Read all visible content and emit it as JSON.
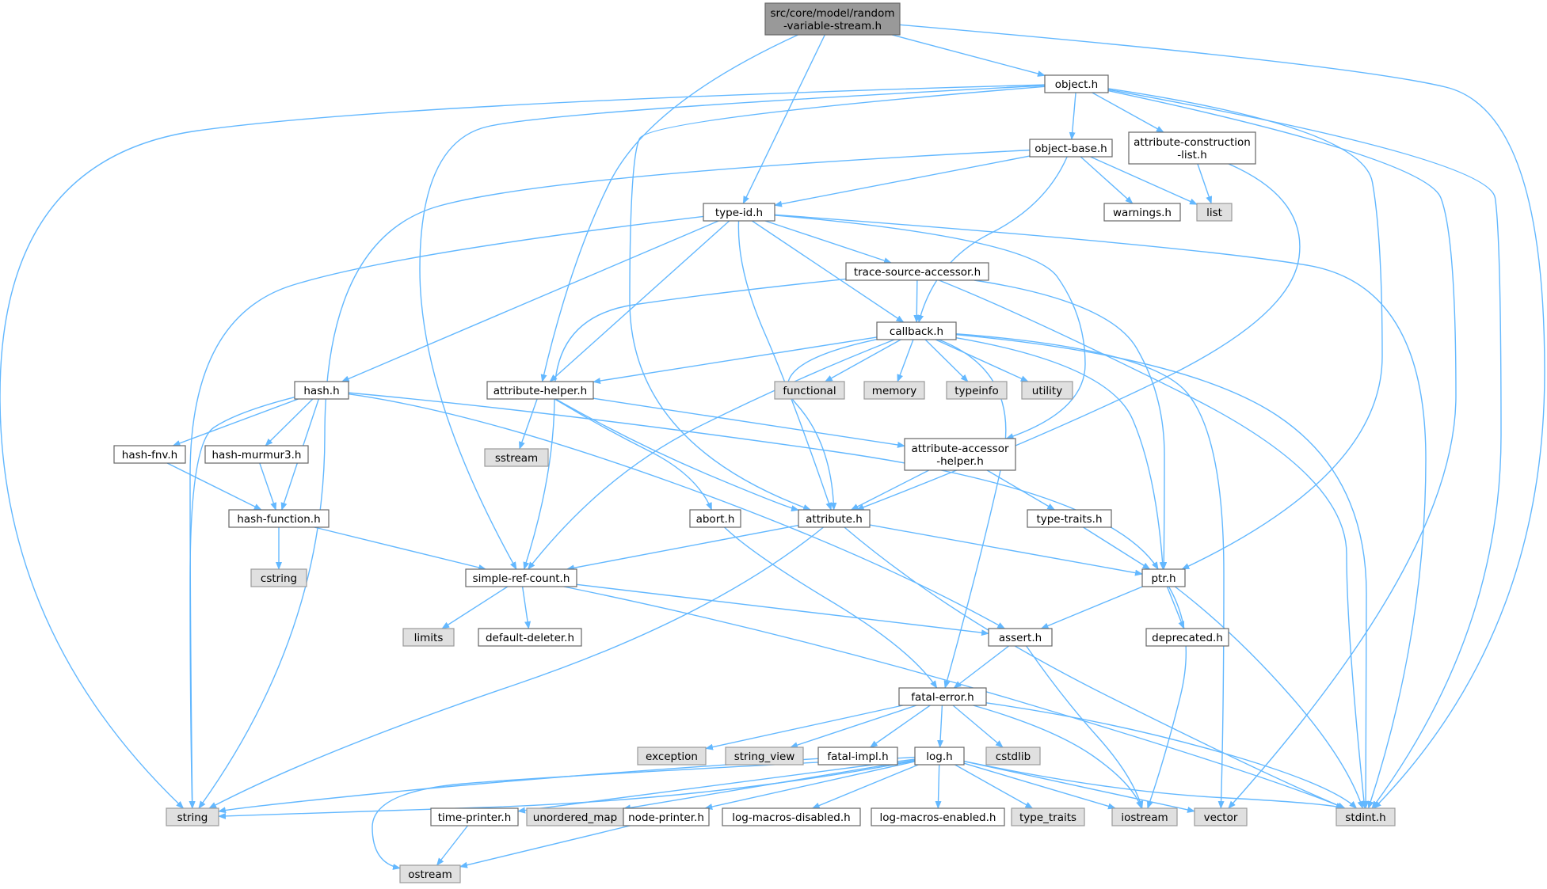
{
  "colors": {
    "edge": "#63b8ff",
    "root_fill": "#999999",
    "header_fill": "#ffffff",
    "system_fill": "#e0e0e0",
    "header_border": "#666666",
    "system_border": "#999999",
    "text": "#000000"
  },
  "root": {
    "line1": "src/core/model/random",
    "line2": "-variable-stream.h"
  },
  "nodes": {
    "object": "object.h",
    "object_base": "object-base.h",
    "attr_construction_l1": "attribute-construction",
    "attr_construction_l2": "-list.h",
    "list": "list",
    "warnings": "warnings.h",
    "type_id": "type-id.h",
    "trace_source": "trace-source-accessor.h",
    "callback": "callback.h",
    "hash": "hash.h",
    "attribute_helper": "attribute-helper.h",
    "functional": "functional",
    "memory": "memory",
    "typeinfo": "typeinfo",
    "utility": "utility",
    "hash_fnv": "hash-fnv.h",
    "hash_murmur3": "hash-murmur3.h",
    "sstream": "sstream",
    "attr_accessor_l1": "attribute-accessor",
    "attr_accessor_l2": "-helper.h",
    "hash_function": "hash-function.h",
    "abort": "abort.h",
    "attribute": "attribute.h",
    "type_traits_h": "type-traits.h",
    "cstring": "cstring",
    "simple_ref_count": "simple-ref-count.h",
    "ptr": "ptr.h",
    "limits": "limits",
    "default_deleter": "default-deleter.h",
    "assert": "assert.h",
    "deprecated": "deprecated.h",
    "fatal_error": "fatal-error.h",
    "exception": "exception",
    "string_view": "string_view",
    "fatal_impl": "fatal-impl.h",
    "log": "log.h",
    "cstdlib": "cstdlib",
    "string": "string",
    "time_printer": "time-printer.h",
    "unordered_map": "unordered_map",
    "node_printer": "node-printer.h",
    "log_macros_disabled": "log-macros-disabled.h",
    "log_macros_enabled": "log-macros-enabled.h",
    "type_traits": "type_traits",
    "iostream": "iostream",
    "vector": "vector",
    "stdint": "stdint.h",
    "ostream": "ostream"
  }
}
